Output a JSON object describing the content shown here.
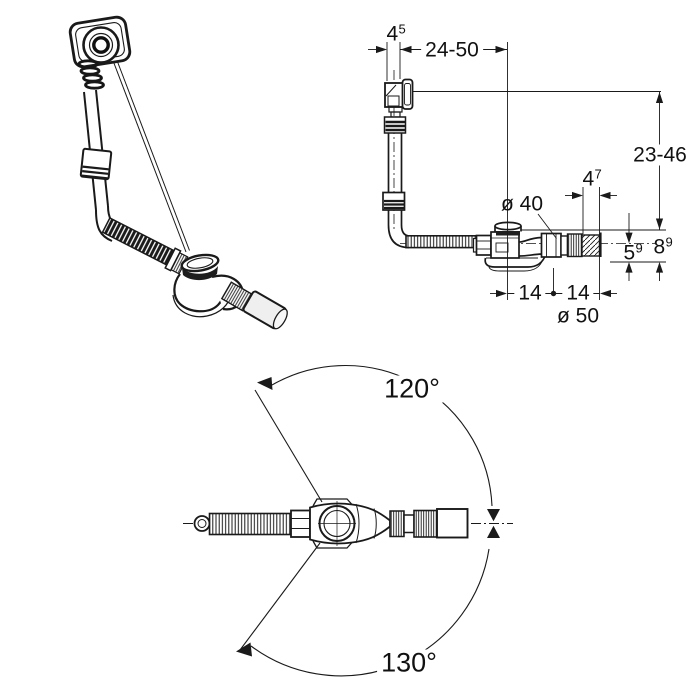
{
  "figure": {
    "description": "Technical drawing of a bath tub drain and overflow assembly: isometric view, dimensioned side elevation, and top view with swivel angle range",
    "colors": {
      "line": "#1a1a1a",
      "background": "#ffffff"
    }
  },
  "labels": {
    "d45": {
      "base": "4",
      "sup": "5"
    },
    "d2450": "24-50",
    "d2346": "23-46",
    "d47": {
      "base": "4",
      "sup": "7"
    },
    "dia40": "ø 40",
    "d59": {
      "base": "5",
      "sup": "9"
    },
    "d89": {
      "base": "8",
      "sup": "9"
    },
    "d14_left": "14",
    "d14_right": "14",
    "dia50": "ø 50",
    "angle_top": "120°",
    "angle_bottom": "130°"
  }
}
